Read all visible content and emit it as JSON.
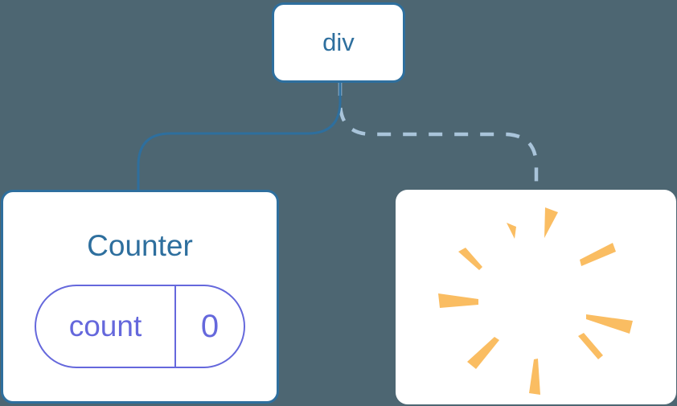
{
  "diagram": {
    "root_node": {
      "label": "div"
    },
    "counter_node": {
      "title": "Counter",
      "state_pill": {
        "name": "count",
        "value": "0"
      }
    },
    "removed_node": {
      "icon": "poof-burst-icon"
    }
  },
  "colors": {
    "background": "#4D6672",
    "node_fill": "#FFFFFF",
    "node_border_blue": "#2E6F9E",
    "text_blue": "#2E6F9E",
    "solid_connector": "#2E6F9E",
    "dashed_connector": "#A9C4DA",
    "state_pill_purple": "#6568DC",
    "burst_orange": "#FABD62"
  }
}
